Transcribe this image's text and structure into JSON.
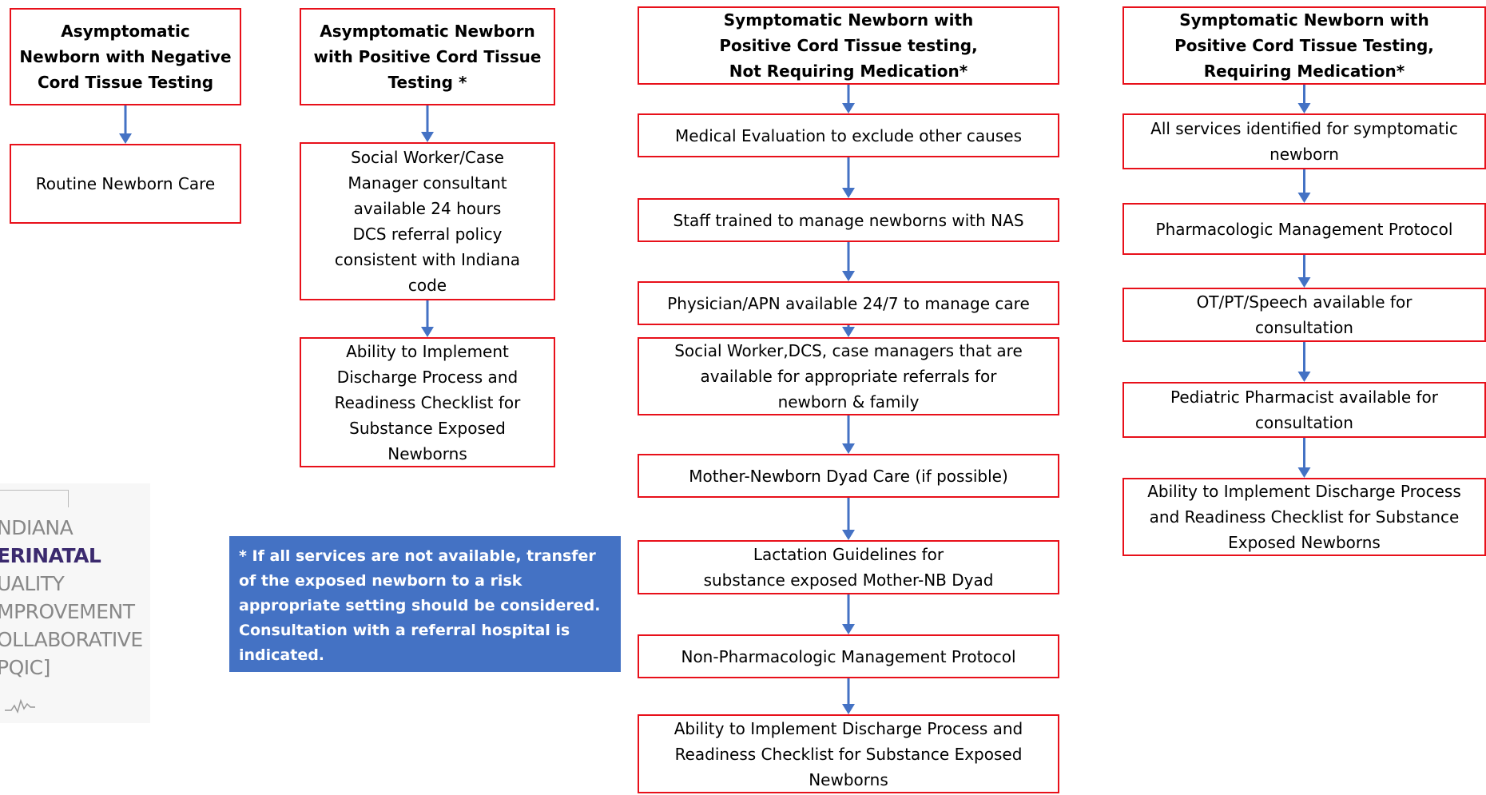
{
  "colors": {
    "box_border": "#e8101a",
    "arrow": "#4472c4",
    "note_bg": "#4472c4"
  },
  "columns": [
    {
      "header": "Asymptomatic\nNewborn with Negative\nCord Tissue Testing",
      "steps": [
        "Routine Newborn Care"
      ]
    },
    {
      "header": "Asymptomatic Newborn\nwith Positive Cord Tissue\nTesting *",
      "steps": [
        "Social Worker/Case\nManager consultant\navailable 24 hours\nDCS referral policy\nconsistent with Indiana\ncode",
        "Ability to Implement\nDischarge Process and\nReadiness Checklist for\nSubstance Exposed\nNewborns"
      ]
    },
    {
      "header": "Symptomatic Newborn with\nPositive Cord Tissue testing,\nNot Requiring Medication*",
      "steps": [
        "Medical Evaluation to exclude other causes",
        "Staff trained to manage newborns with NAS",
        "Physician/APN available 24/7 to manage care",
        "Social Worker,DCS, case managers that are\navailable for appropriate referrals for\nnewborn & family",
        "Mother-Newborn Dyad Care (if possible)",
        "Lactation Guidelines for\nsubstance exposed Mother-NB Dyad",
        "Non-Pharmacologic Management Protocol",
        "Ability to Implement Discharge Process and\nReadiness Checklist for Substance Exposed\nNewborns"
      ]
    },
    {
      "header": "Symptomatic Newborn with\nPositive Cord Tissue Testing,\nRequiring Medication*",
      "steps": [
        "All services identified for symptomatic\nnewborn",
        "Pharmacologic Management Protocol",
        "OT/PT/Speech available for\nconsultation",
        "Pediatric Pharmacist available for\nconsultation",
        "Ability to Implement Discharge Process\nand Readiness Checklist for Substance\nExposed Newborns"
      ]
    }
  ],
  "note": "* If all services are not available, transfer of the exposed newborn to a risk appropriate setting should be considered. Consultation with a referral hospital is indicated.",
  "logo": {
    "lines": [
      "NDIANA",
      "ERINATAL",
      "UALITY",
      "MPROVEMENT",
      "OLLABORATIVE",
      "PQIC]"
    ]
  }
}
